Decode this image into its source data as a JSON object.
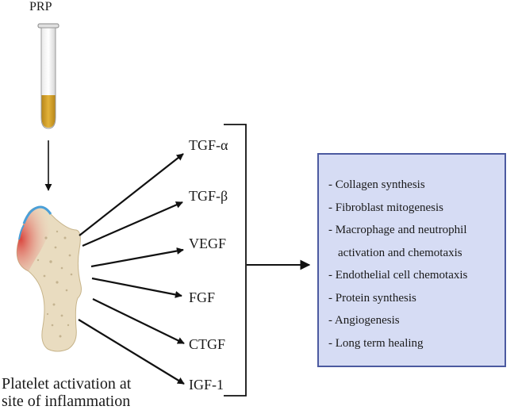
{
  "source": {
    "label": "PRP"
  },
  "factors": [
    "TGF-α",
    "TGF-β",
    "VEGF",
    "FGF",
    "CTGF",
    "IGF-1"
  ],
  "caption": {
    "line1": "Platelet activation at",
    "line2": "site of inflammation"
  },
  "effects": [
    "- Collagen synthesis",
    "- Fibroblast mitogenesis",
    "- Macrophage and neutrophil",
    "activation and chemotaxis",
    "- Endothelial cell chemotaxis",
    "- Protein synthesis",
    "- Angiogenesis",
    "- Long term healing"
  ],
  "colors": {
    "box_fill": "#d6dcf4",
    "box_border": "#4c5aa0",
    "plasma": "#d9a62b",
    "bone": "#e9dcc0",
    "inflammation": "#d8352f",
    "membrane": "#4a9fd8"
  },
  "icons": [
    "test-tube-icon",
    "bone-icon"
  ]
}
